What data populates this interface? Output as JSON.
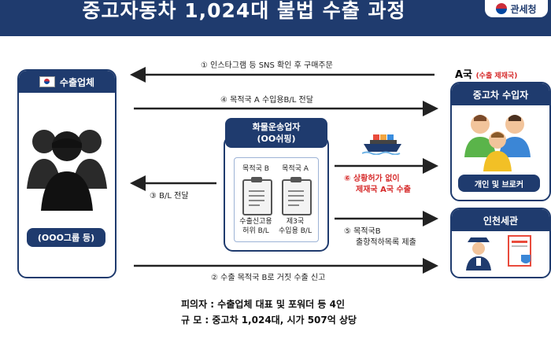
{
  "banner": {
    "title": "중고자동차 1,024대 불법 수출 과정",
    "logo": "관세청"
  },
  "exporter": {
    "header": "수출업체",
    "group": "(OOO그룹 등)"
  },
  "forwarder": {
    "header": "화물운송업자",
    "subheader": "(OO쉬핑)",
    "doc_b_label": "목적국 B",
    "doc_a_label": "목적국 A",
    "doc_b_caption": [
      "수출신고용",
      "허위 B/L"
    ],
    "doc_a_caption": [
      "제3국",
      "수입용 B/L"
    ]
  },
  "country_a": {
    "label": "A국",
    "note": "(수출 제재국)"
  },
  "importer": {
    "header": "중고차 수입자",
    "footer": "개인 및 브로커"
  },
  "customs": {
    "header": "인천세관"
  },
  "arrows": {
    "a1": "① 인스타그램 등 SNS 확인 후 구매주문",
    "a4": "④ 목적국 A 수입용B/L 전달",
    "a3": "③ B/L 전달",
    "a6_line1": "⑥ 상황허가 없이",
    "a6_line2": "제재국 A국 수출",
    "a5_line1": "⑤  목적국B",
    "a5_line2": "출항적하목록 제출",
    "a2": "② 수출 목적국 B로 거짓 수출 신고"
  },
  "summary": {
    "suspects": "피의자 : 수출업체 대표 및 포워더 등 4인",
    "scale": "규    모 : 중고차 1,024대, 시가 507억 상당"
  },
  "colors": {
    "navy": "#1f3b6e",
    "red": "#d62b2b"
  }
}
